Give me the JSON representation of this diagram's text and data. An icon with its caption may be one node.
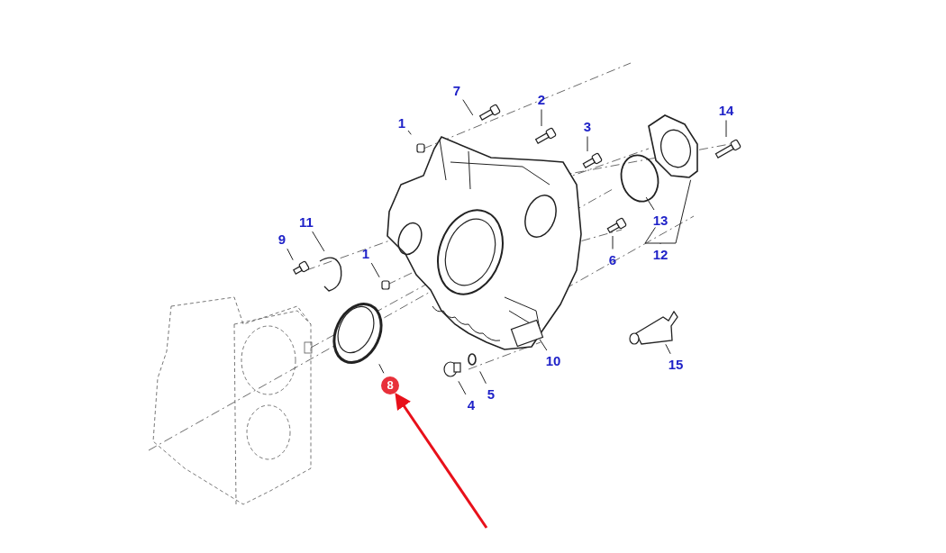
{
  "diagram": {
    "nodes": [
      {
        "text": [
          "7"
        ]
      },
      {
        "text": [
          "2"
        ]
      },
      {
        "text": [
          "14"
        ]
      },
      {
        "text": [
          "1"
        ]
      },
      {
        "text": [
          "3"
        ]
      },
      {
        "text": [
          "11"
        ]
      },
      {
        "text": [
          "13"
        ]
      },
      {
        "text": [
          "9"
        ]
      },
      {
        "text": [
          "1"
        ]
      },
      {
        "text": [
          "6"
        ]
      },
      {
        "text": [
          "12"
        ]
      },
      {
        "text": [
          "10"
        ]
      },
      {
        "text": [
          "15"
        ]
      },
      {
        "text": [
          "8"
        ]
      },
      {
        "text": [
          "5"
        ]
      },
      {
        "text": [
          "4"
        ]
      }
    ],
    "edges": [
      {
        "from": 0,
        "to": null,
        "arrow": "none"
      },
      {
        "from": 1,
        "to": null,
        "arrow": "none"
      },
      {
        "from": 2,
        "to": null,
        "arrow": "none"
      },
      {
        "from": 3,
        "to": null,
        "arrow": "none"
      },
      {
        "from": 4,
        "to": null,
        "arrow": "none"
      },
      {
        "from": 5,
        "to": null,
        "arrow": "none"
      },
      {
        "from": 6,
        "to": null,
        "arrow": "none"
      },
      {
        "from": 7,
        "to": null,
        "arrow": "none"
      },
      {
        "from": 8,
        "to": null,
        "arrow": "none"
      },
      {
        "from": 9,
        "to": null,
        "arrow": "none"
      },
      {
        "from": 10,
        "to": 6,
        "arrow": "none"
      },
      {
        "from": 10,
        "to": null,
        "arrow": "none"
      },
      {
        "from": 11,
        "to": null,
        "arrow": "none"
      },
      {
        "from": 12,
        "to": null,
        "arrow": "none"
      },
      {
        "from": 13,
        "to": null,
        "arrow": "none"
      },
      {
        "from": 14,
        "to": null,
        "arrow": "none"
      },
      {
        "from": 15,
        "to": null,
        "arrow": "none"
      },
      {
        "from": null,
        "to": 13,
        "arrow": "to",
        "style": "thick",
        "color": "#e8101a"
      }
    ]
  }
}
